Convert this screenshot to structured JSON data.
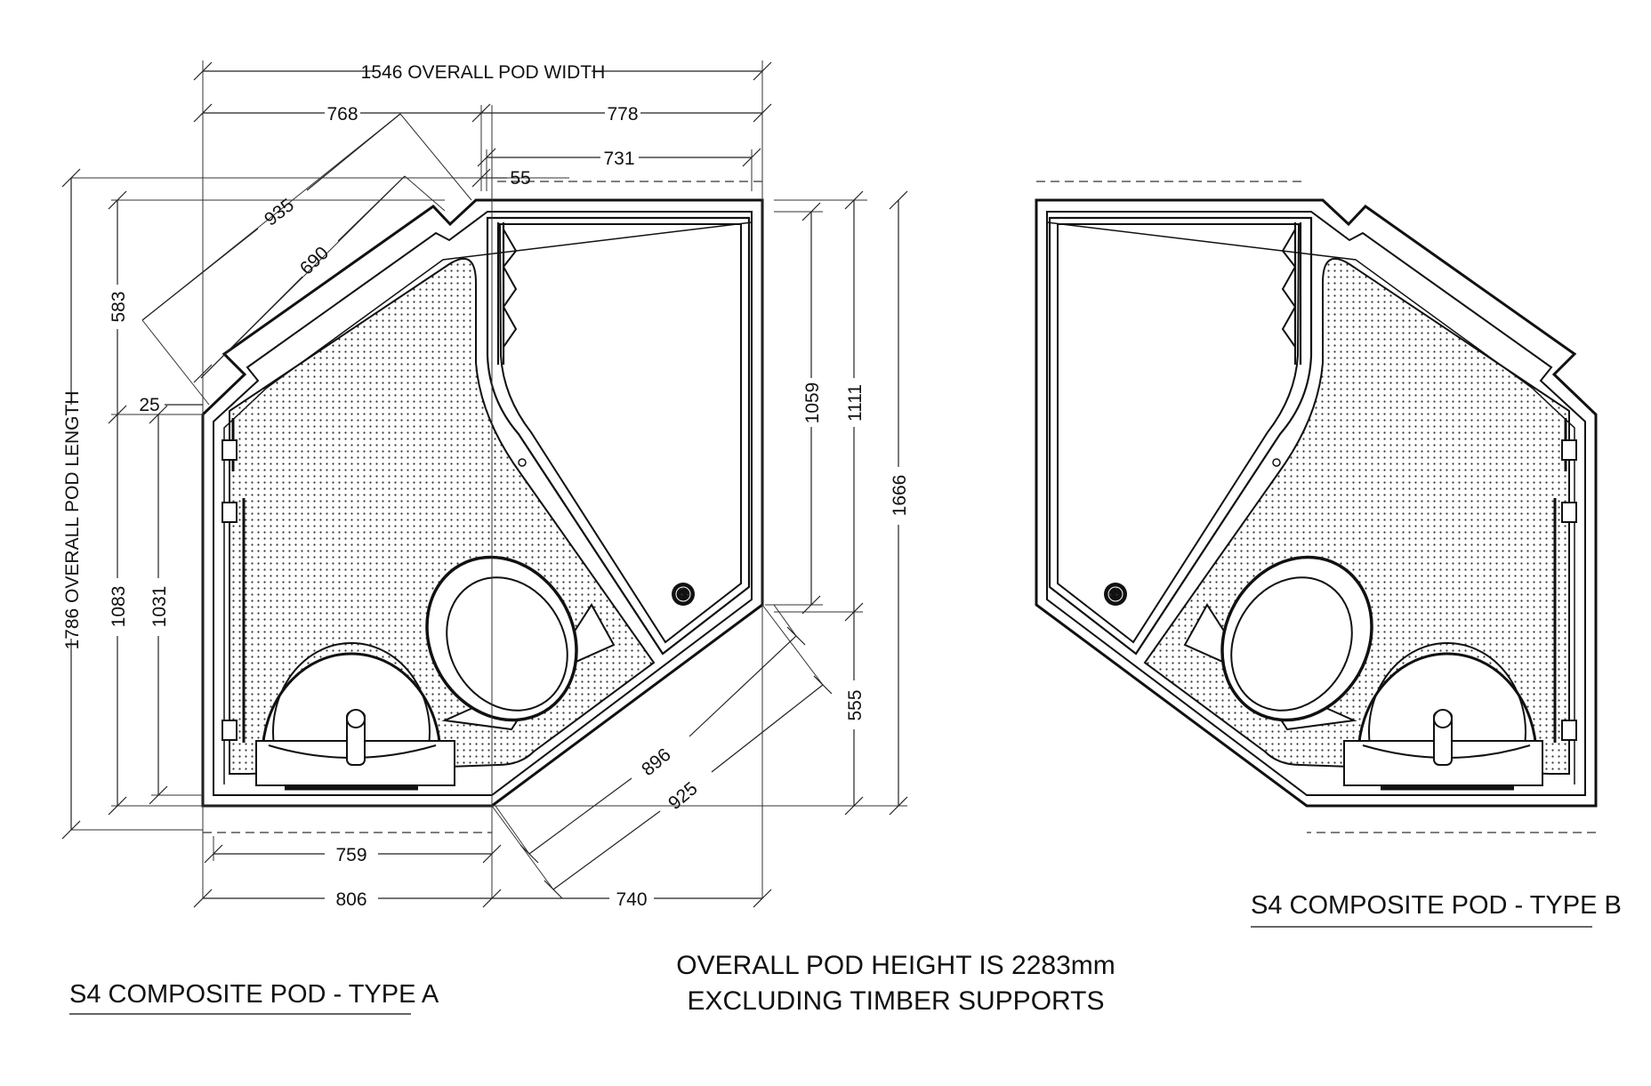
{
  "type_a": {
    "title": "S4 COMPOSITE POD - TYPE A",
    "dims": {
      "overall_width": "1546 OVERALL POD WIDTH",
      "top_left": "768",
      "top_right": "778",
      "shower_width": "731",
      "step": "55",
      "diag_outer": "935",
      "diag_inner": "690",
      "left_upper": "583",
      "corner": "25",
      "overall_length": "1786 OVERALL POD LENGTH",
      "left_lower_outer": "1083",
      "left_lower_inner": "1031",
      "bottom_inner": "759",
      "bottom_left": "806",
      "bottom_right": "740",
      "diag_lower_inner": "896",
      "diag_lower_outer": "925",
      "shower_depth_inner": "1059",
      "shower_depth_outer": "1111",
      "right_overall": "1666",
      "right_lower": "555"
    }
  },
  "type_b": {
    "title": "S4 COMPOSITE POD - TYPE B"
  },
  "note": {
    "line1": "OVERALL POD HEIGHT IS 2283mm",
    "line2": "EXCLUDING TIMBER SUPPORTS"
  }
}
